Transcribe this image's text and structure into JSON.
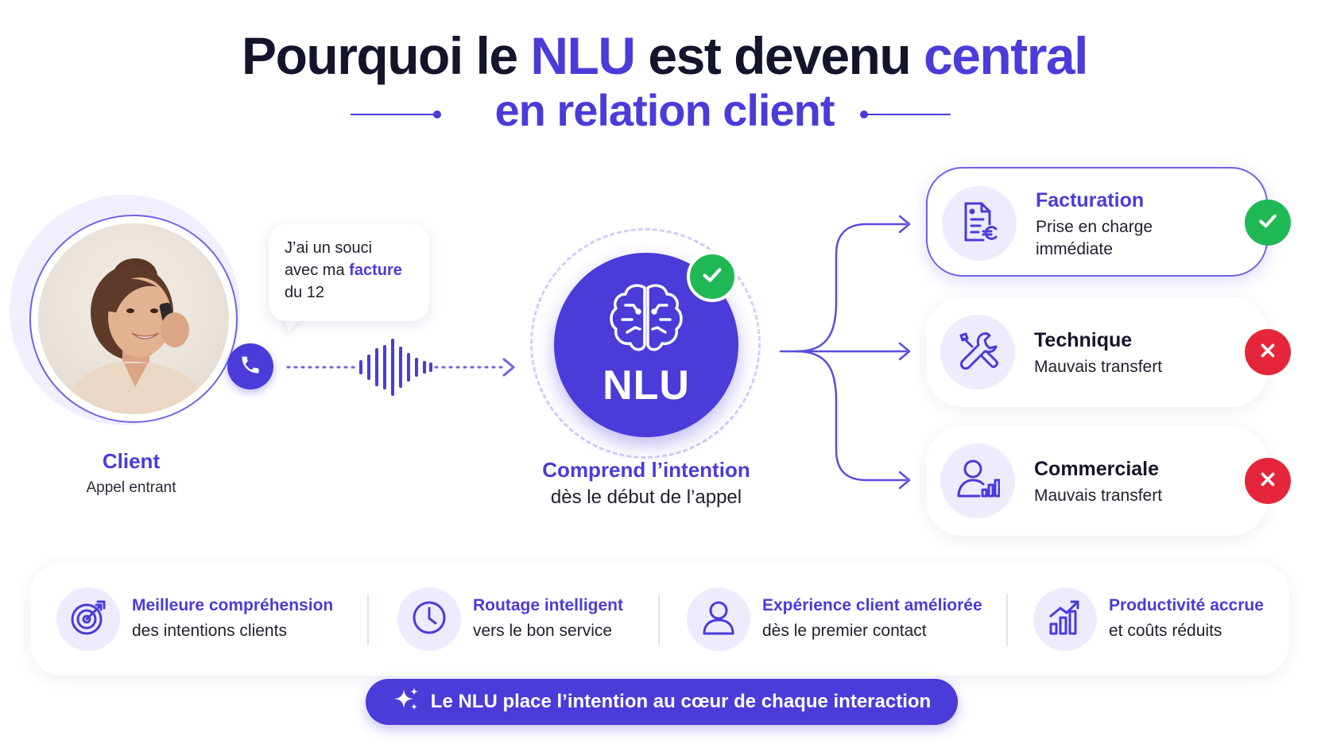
{
  "title": {
    "part1": "Pourquoi le ",
    "part2": "NLU",
    "part3": " est devenu ",
    "part4": "central",
    "line2": "en relation client"
  },
  "client": {
    "label": "Client",
    "sub": "Appel entrant",
    "icon": "phone-icon"
  },
  "bubble": {
    "line1": "J’ai un souci",
    "line2_prefix": "avec ma ",
    "line2_highlight": "facture",
    "line3": "du 12"
  },
  "nlu": {
    "label": "NLU",
    "caption": "Comprend l’intention",
    "caption_sub": "dès le début de l’appel",
    "icon": "brain-icon"
  },
  "routes": [
    {
      "title": "Facturation",
      "sub": "Prise en charge immédiate",
      "status": "ok",
      "icon": "invoice-euro-icon"
    },
    {
      "title": "Technique",
      "sub": "Mauvais transfert",
      "status": "ko",
      "icon": "wrench-icon"
    },
    {
      "title": "Commerciale",
      "sub": "Mauvais transfert",
      "status": "ko",
      "icon": "user-chart-icon"
    }
  ],
  "benefits": [
    {
      "title": "Meilleure compréhension",
      "sub": "des intentions clients",
      "icon": "target-icon"
    },
    {
      "title": "Routage intelligent",
      "sub": "vers le bon service",
      "icon": "clock-icon"
    },
    {
      "title": "Expérience client améliorée",
      "sub": "dès le premier contact",
      "icon": "user-icon"
    },
    {
      "title": "Productivité accrue",
      "sub": "et coûts réduits",
      "icon": "growth-chart-icon"
    }
  ],
  "footer": {
    "text": "Le NLU place l’intention au cœur de chaque interaction",
    "icon": "sparkle-icon"
  },
  "colors": {
    "accent": "#4b3bd9",
    "success": "#1fb855",
    "error": "#e5263a",
    "soft": "#eeebff"
  }
}
